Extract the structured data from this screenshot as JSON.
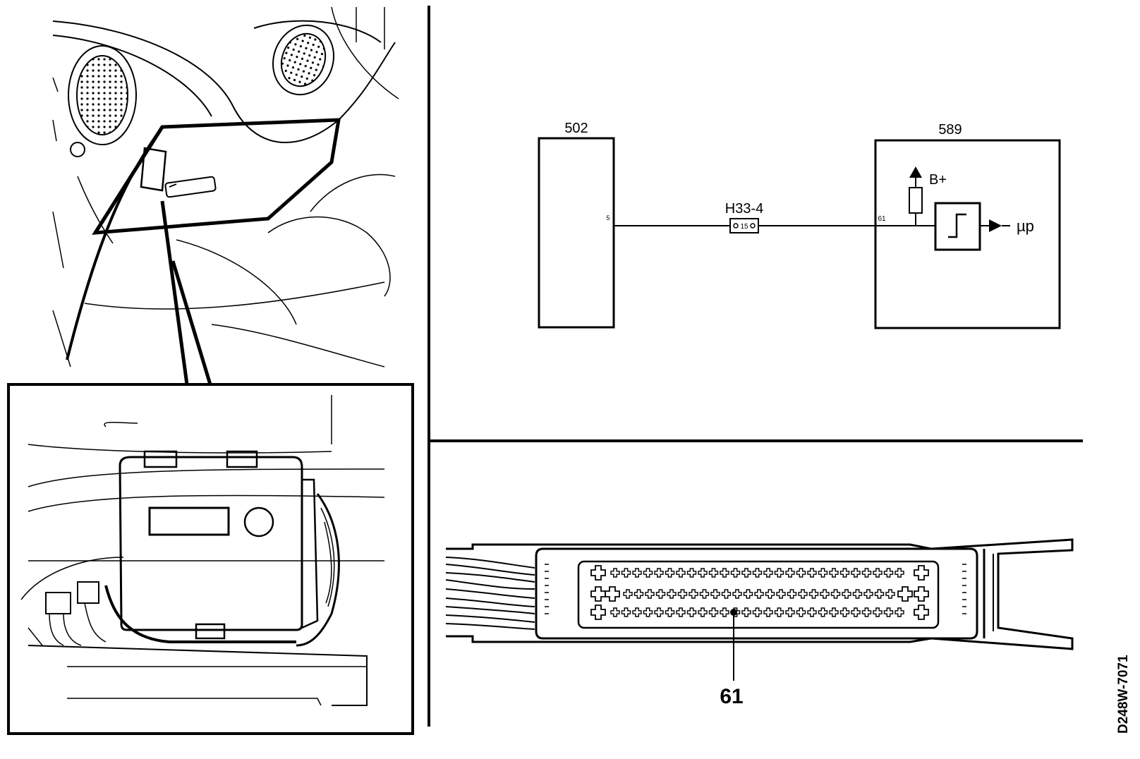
{
  "schematic": {
    "left_box_label": "502",
    "right_box_label": "589",
    "left_pin": "5",
    "connector_label": "H33-4",
    "connector_pin": "15",
    "right_pin": "61",
    "supply_label": "B+",
    "output_label": "µp"
  },
  "connector_view": {
    "pin_callout": "61"
  },
  "figure_id": "D248W-7071",
  "colors": {
    "ink": "#000000",
    "paper": "#ffffff"
  }
}
